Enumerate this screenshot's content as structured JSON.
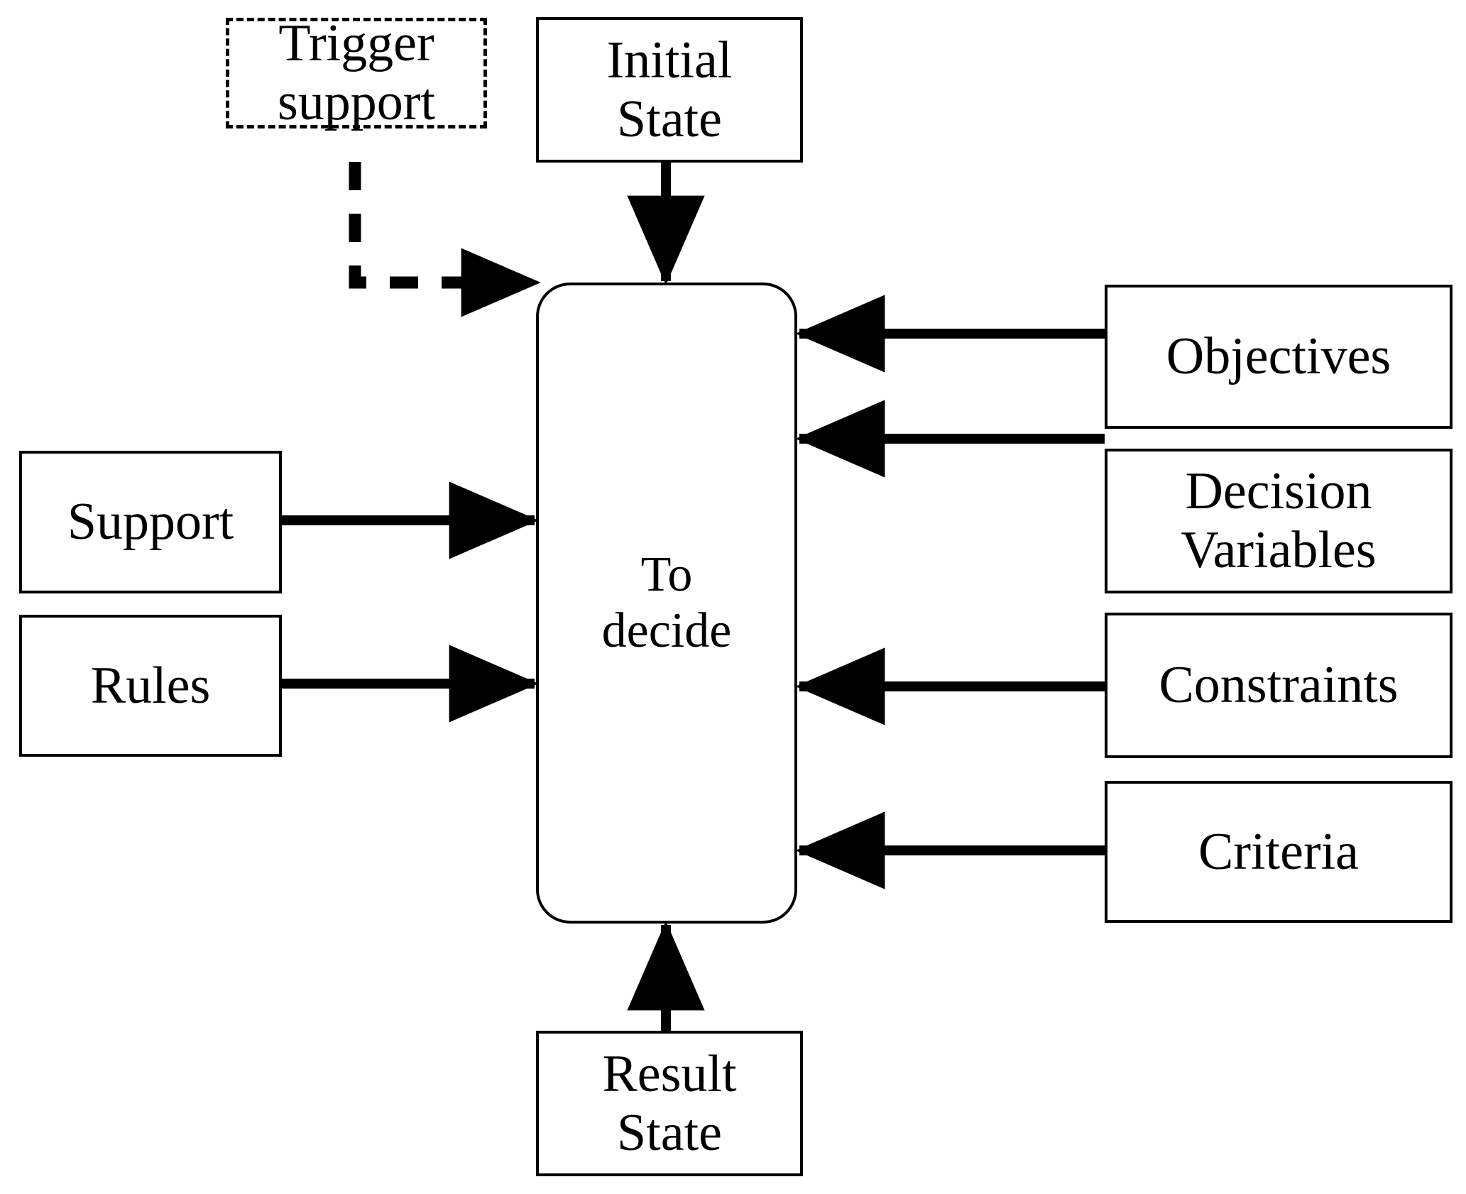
{
  "diagram": {
    "title": "To decide process diagram",
    "background_color": "#ffffff",
    "stroke_color": "#000000"
  },
  "nodes": {
    "trigger_support": {
      "label": "Trigger\nsupport",
      "style": "dashed-rectangle"
    },
    "initial_state": {
      "label": "Initial\nState",
      "style": "rectangle"
    },
    "to_decide": {
      "label": "To\ndecide",
      "style": "rounded-rectangle"
    },
    "support": {
      "label": "Support",
      "style": "rectangle"
    },
    "rules": {
      "label": "Rules",
      "style": "rectangle"
    },
    "objectives": {
      "label": "Objectives",
      "style": "rectangle"
    },
    "decision_variables": {
      "label": "Decision\nVariables",
      "style": "rectangle"
    },
    "constraints": {
      "label": "Constraints",
      "style": "rectangle"
    },
    "criteria": {
      "label": "Criteria",
      "style": "rectangle"
    },
    "result_state": {
      "label": "Result\nState",
      "style": "rectangle"
    }
  },
  "edges": [
    {
      "name": "trigger-support-to-to-decide",
      "from": "trigger_support",
      "to": "to_decide",
      "style": "dashed",
      "direction": "down-then-right"
    },
    {
      "name": "initial-state-to-to-decide",
      "from": "initial_state",
      "to": "to_decide",
      "style": "solid",
      "direction": "down"
    },
    {
      "name": "support-to-to-decide",
      "from": "support",
      "to": "to_decide",
      "style": "solid",
      "direction": "right"
    },
    {
      "name": "rules-to-to-decide",
      "from": "rules",
      "to": "to_decide",
      "style": "solid",
      "direction": "right"
    },
    {
      "name": "objectives-to-to-decide",
      "from": "objectives",
      "to": "to_decide",
      "style": "solid",
      "direction": "left"
    },
    {
      "name": "decision-variables-to-to-decide",
      "from": "decision_variables",
      "to": "to_decide",
      "style": "solid",
      "direction": "left"
    },
    {
      "name": "constraints-to-to-decide",
      "from": "constraints",
      "to": "to_decide",
      "style": "solid",
      "direction": "left"
    },
    {
      "name": "criteria-to-to-decide",
      "from": "criteria",
      "to": "to_decide",
      "style": "solid",
      "direction": "left"
    },
    {
      "name": "result-state-to-to-decide",
      "from": "result_state",
      "to": "to_decide",
      "style": "solid",
      "direction": "up"
    }
  ]
}
